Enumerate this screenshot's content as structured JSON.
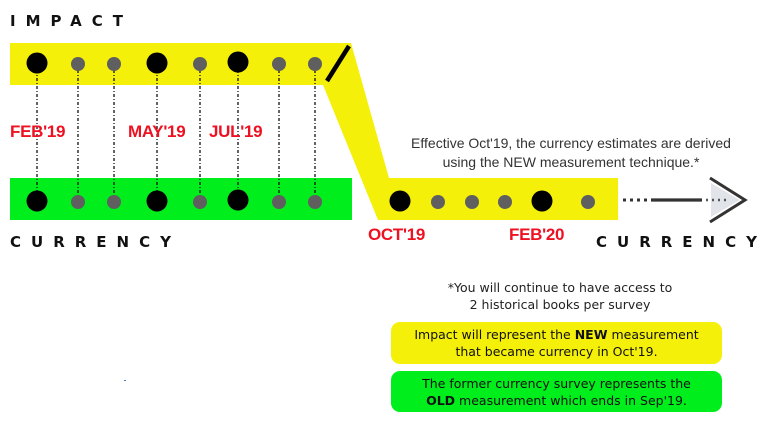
{
  "colors": {
    "impact_band": "#f5f00a",
    "currency_band": "#00ee1c",
    "date_label": "#ee1122",
    "major_dot": "#000000",
    "minor_dot": "#5f5f5f",
    "arrow_head_fill": "#e1e5ea"
  },
  "headings": {
    "impact": "IMPACT",
    "currency_left": "CURRENCY",
    "currency_right": "CURRENCY"
  },
  "timeline": {
    "impact_dots": [
      {
        "type": "major",
        "label": "FEB'19"
      },
      {
        "type": "minor"
      },
      {
        "type": "minor"
      },
      {
        "type": "major",
        "label": "MAY'19"
      },
      {
        "type": "minor"
      },
      {
        "type": "major",
        "label": "JUL'19"
      },
      {
        "type": "minor"
      },
      {
        "type": "minor"
      }
    ],
    "new_currency_dots": [
      {
        "type": "major",
        "label": "OCT'19"
      },
      {
        "type": "minor"
      },
      {
        "type": "minor"
      },
      {
        "type": "minor"
      },
      {
        "type": "major",
        "label": "FEB'20"
      },
      {
        "type": "minor"
      }
    ]
  },
  "labels": {
    "feb19": "FEB'19",
    "may19": "MAY'19",
    "jul19": "JUL'19",
    "oct19": "OCT'19",
    "feb20": "FEB'20"
  },
  "note": {
    "line1": "Effective Oct'19, the currency estimates are derived",
    "line2": "using the NEW measurement technique.*"
  },
  "footnote": {
    "line1": "*You will continue to have access to",
    "line2": "2 historical books per survey"
  },
  "legend": {
    "impact_box": {
      "pre": "Impact will represent the ",
      "bold": "NEW",
      "post": " measurement",
      "line2": "that became currency in Oct'19."
    },
    "currency_box": {
      "line1": "The former currency survey represents the",
      "bold": "OLD",
      "post": " measurement which ends in Sep'19."
    }
  }
}
